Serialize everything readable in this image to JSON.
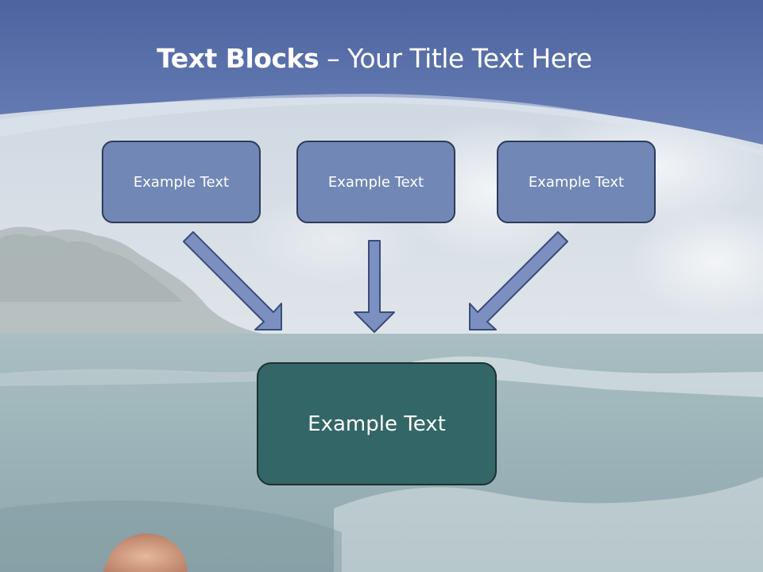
{
  "slide": {
    "title_bold": "Text Blocks",
    "title_dash": " – ",
    "title_rest": "Your Title Text Here"
  },
  "blocks": [
    {
      "label": "Example Text"
    },
    {
      "label": "Example Text"
    },
    {
      "label": "Example Text"
    }
  ],
  "target": {
    "label": "Example Text"
  },
  "colors": {
    "header_band": "#5b73aa",
    "block_fill": "#7187b6",
    "block_border": "#2d3b5a",
    "arrow_fill": "#7b90c0",
    "arrow_stroke": "#3a4c78",
    "target_fill": "#336666",
    "target_border": "#1e3030"
  }
}
